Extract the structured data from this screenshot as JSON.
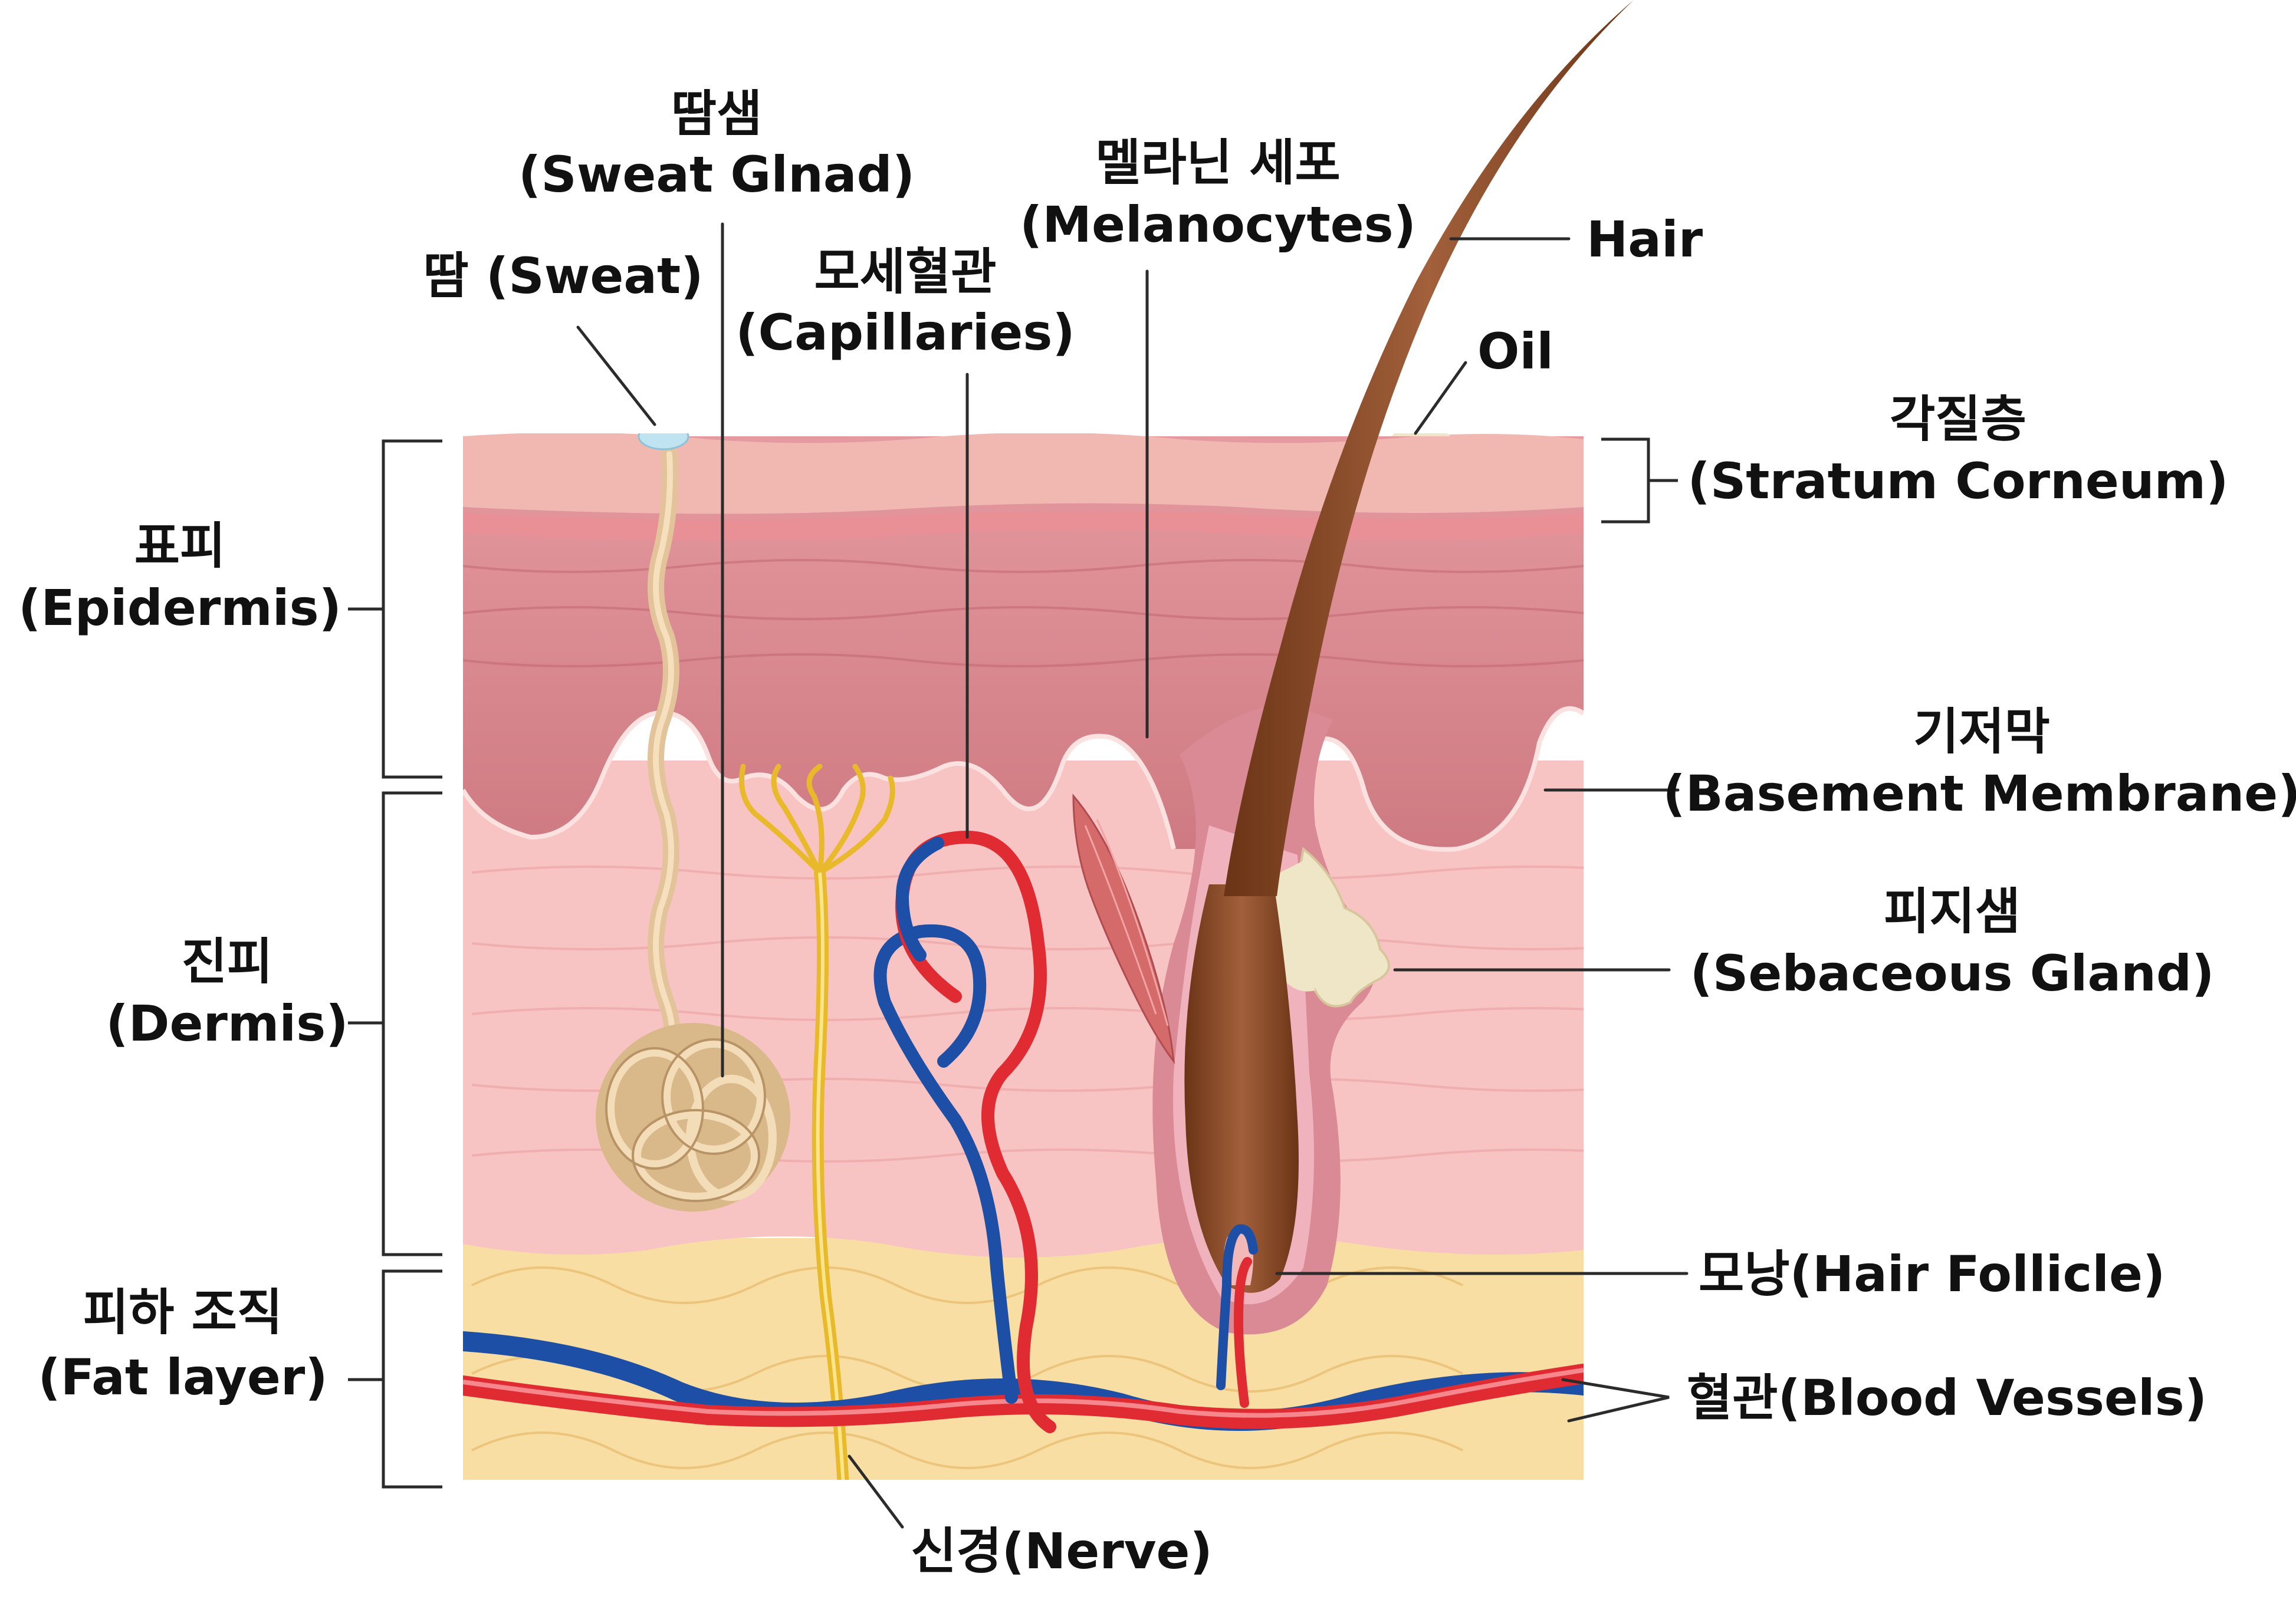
{
  "labels": {
    "sweat_gland_ko": "땀샘",
    "sweat_gland_en": "(Sweat Glnad)",
    "sweat": "땀 (Sweat)",
    "capillaries_ko": "모세혈관",
    "capillaries_en": "(Capillaries)",
    "melanocytes_ko": "멜라닌 세포",
    "melanocytes_en": "(Melanocytes)",
    "hair": "Hair",
    "oil": "Oil",
    "stratum_ko": "각질층",
    "stratum_en": "(Stratum Corneum)",
    "epidermis_ko": "표피",
    "epidermis_en": "(Epidermis)",
    "basement_ko": "기저막",
    "basement_en": "(Basement Membrane)",
    "sebaceous_ko": "피지샘",
    "sebaceous_en": "(Sebaceous Gland)",
    "dermis_ko": "진피",
    "dermis_en": "(Dermis)",
    "hair_follicle": "모낭(Hair Follicle)",
    "fat_ko": "피하 조직",
    "fat_en": "(Fat layer)",
    "blood_vessels": "혈관(Blood Vessels)",
    "nerve": "신경(Nerve)"
  },
  "colors": {
    "epidermis": "#dc8a8f",
    "stratum": "#f1b8b2",
    "dermis": "#f7c4c3",
    "fat": "#f8dea2",
    "artery": "#e12b33",
    "vein": "#1c4fa5",
    "nerve": "#f6d24e",
    "hair": "#8b4a2b",
    "sweat_gland": "#e2c39a",
    "sebum": "#efe6c8"
  }
}
